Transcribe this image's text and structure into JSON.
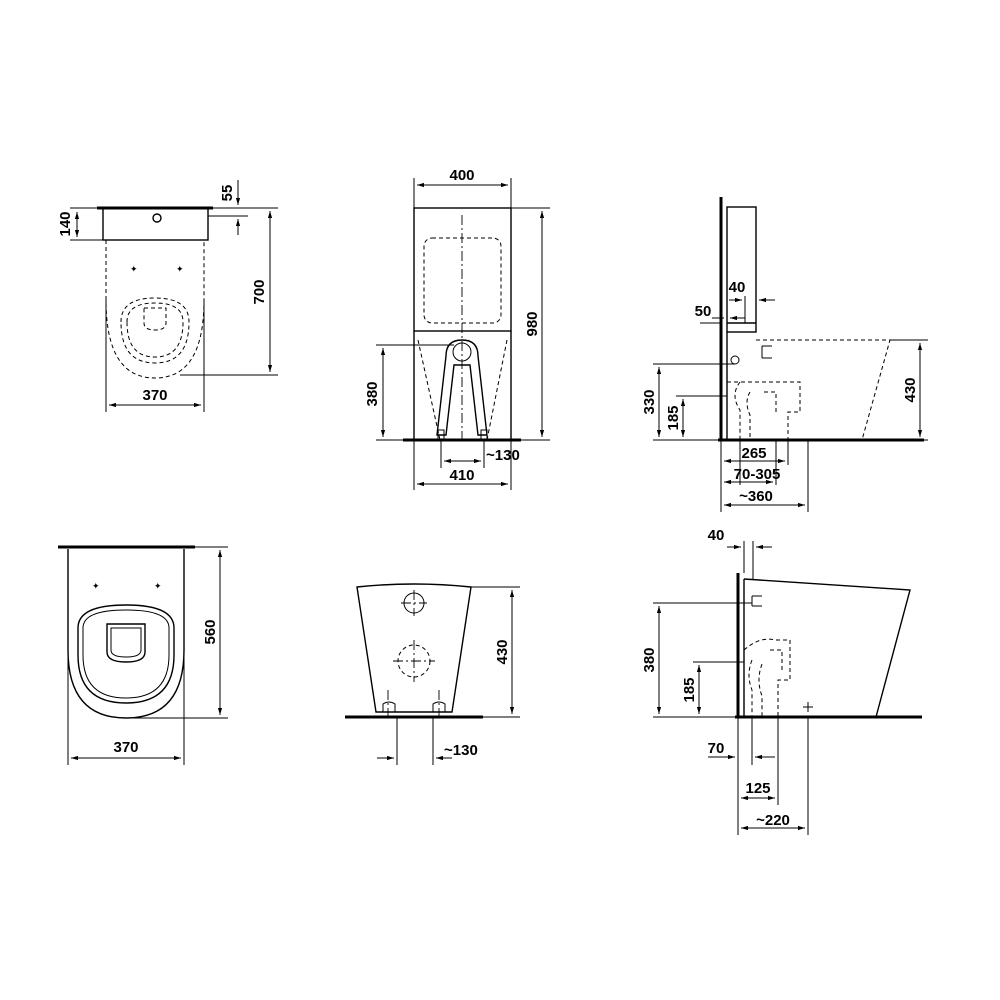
{
  "dimensions": {
    "top_view": {
      "depth_top": "55",
      "rim": "140",
      "length": "700",
      "width": "370"
    },
    "front_view": {
      "width": "400",
      "height": "980",
      "outlet_height": "380",
      "foot_span": "410",
      "foot_offset": "~130"
    },
    "side_view": {
      "offset_a": "40",
      "offset_b": "50",
      "seat_height": "430",
      "inlet_height": "330",
      "outlet_height": "185",
      "dist_a": "265",
      "dist_range": "70-305",
      "dist_b": "~360"
    },
    "bowl_top_view": {
      "length": "560",
      "width": "370"
    },
    "bowl_front_view": {
      "height": "430",
      "foot_offset": "~130"
    },
    "bowl_side_view": {
      "offset": "40",
      "inlet_height": "380",
      "outlet_height": "185",
      "dist_a": "70",
      "dist_b": "125",
      "dist_c": "~220"
    }
  }
}
